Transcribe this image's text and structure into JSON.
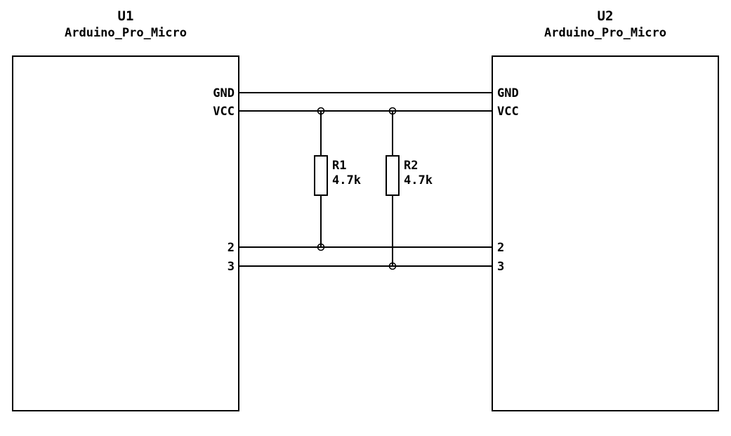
{
  "schematic": {
    "components": {
      "u1": {
        "ref": "U1",
        "value": "Arduino_Pro_Micro",
        "pin_gnd": "GND",
        "pin_vcc": "VCC",
        "pin_2": "2",
        "pin_3": "3"
      },
      "u2": {
        "ref": "U2",
        "value": "Arduino_Pro_Micro",
        "pin_gnd": "GND",
        "pin_vcc": "VCC",
        "pin_2": "2",
        "pin_3": "3"
      },
      "r1": {
        "ref": "R1",
        "value": "4.7k"
      },
      "r2": {
        "ref": "R2",
        "value": "4.7k"
      }
    },
    "colors": {
      "wire": "#000000",
      "background": "#ffffff"
    }
  }
}
